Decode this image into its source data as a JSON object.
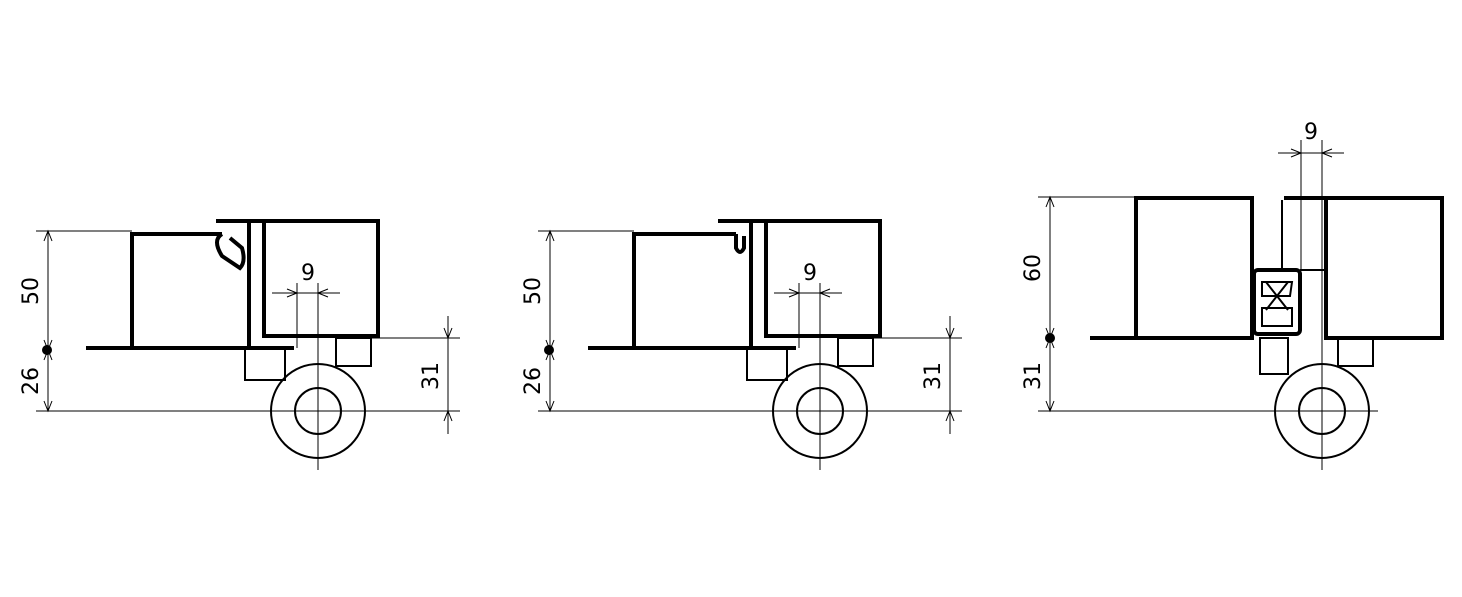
{
  "diagrams": [
    {
      "id": "hinge-detail-1",
      "dims": {
        "height": "50",
        "lower": "26",
        "offset": "9",
        "axis": "31"
      }
    },
    {
      "id": "hinge-detail-2",
      "dims": {
        "height": "50",
        "lower": "26",
        "offset": "9",
        "axis": "31"
      }
    },
    {
      "id": "hinge-detail-3",
      "dims": {
        "height": "60",
        "lower": "31",
        "offset": "9"
      }
    }
  ]
}
